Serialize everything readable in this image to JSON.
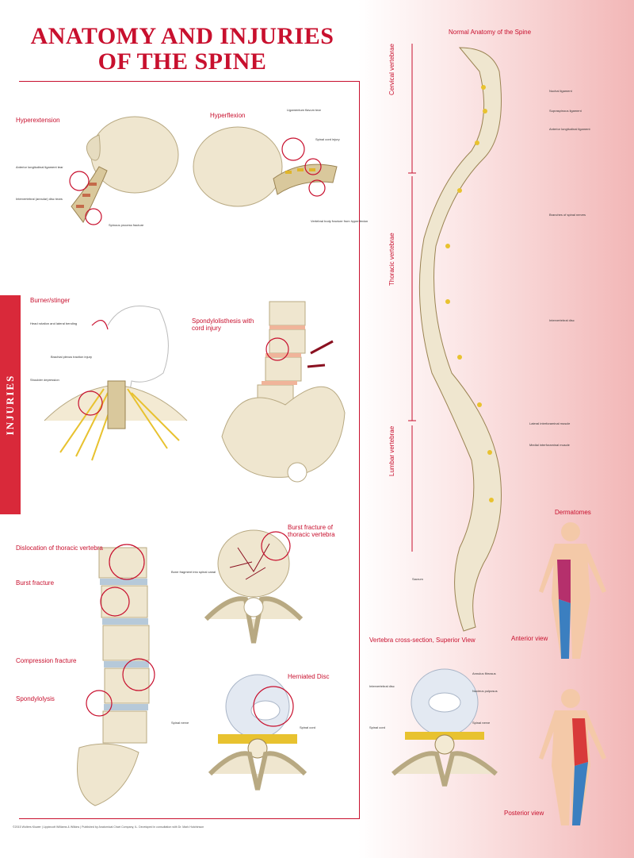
{
  "title": {
    "line1": "ANATOMY AND INJURIES",
    "line2": "OF THE SPINE"
  },
  "side_tab": "INJURIES",
  "injuries": {
    "hyperextension": {
      "title": "Hyperextension",
      "labels": [
        "Anterior longitudinal ligament tear",
        "Intervertebral (annular) disc tears",
        "Spinous process fracture"
      ]
    },
    "hyperflexion": {
      "title": "Hyperflexion",
      "labels": [
        "Ligamentum flavum tear",
        "Spinal cord injury",
        "Vertebral body fracture from hyperflexion"
      ]
    },
    "burner": {
      "title": "Burner/stinger",
      "labels": [
        "Head rotation and lateral bending",
        "Brachial plexus traction injury",
        "Shoulder depression"
      ]
    },
    "spondylolisthesis": {
      "title": "Spondylolisthesis with cord injury"
    },
    "lumbar": {
      "labels": [
        "Dislocation of thoracic vertebra",
        "Burst fracture",
        "Compression fracture",
        "Spondylolysis"
      ]
    },
    "burst_superior": {
      "title": "Burst fracture of thoracic vertebra",
      "labels": [
        "Bone fragment into spinal canal"
      ]
    },
    "herniated": {
      "title": "Herniated Disc",
      "labels": [
        "Spinal nerve",
        "Spinal cord"
      ]
    }
  },
  "anatomy": {
    "title": "Normal Anatomy of the Spine",
    "regions": [
      "Cervical vertebrae",
      "Thoracic vertebrae",
      "Lumbar vertebrae"
    ],
    "labels": [
      "Nuchal ligament",
      "Supraspinous ligament",
      "Anterior longitudinal ligament",
      "Branches of spinal nerves",
      "Intervertebral disc",
      "Lateral interforaminal muscle",
      "Medial interforaminal muscle",
      "Sacrum"
    ]
  },
  "cross_section": {
    "title": "Vertebra cross-section, Superior View",
    "labels": [
      "Annulus fibrosus",
      "Nucleus pulposus",
      "Intervertebral disc",
      "Spinal nerve",
      "Spinal cord"
    ]
  },
  "dermatomes": {
    "title": "Dermatomes",
    "anterior": "Anterior view",
    "posterior": "Posterior view"
  },
  "footer": "©2015 Wolters Kluwer | Lippincott Williams & Wilkins | Published by Anatomical Chart Company, IL. Developed in consultation with Dr. Mark Hutchinson"
}
